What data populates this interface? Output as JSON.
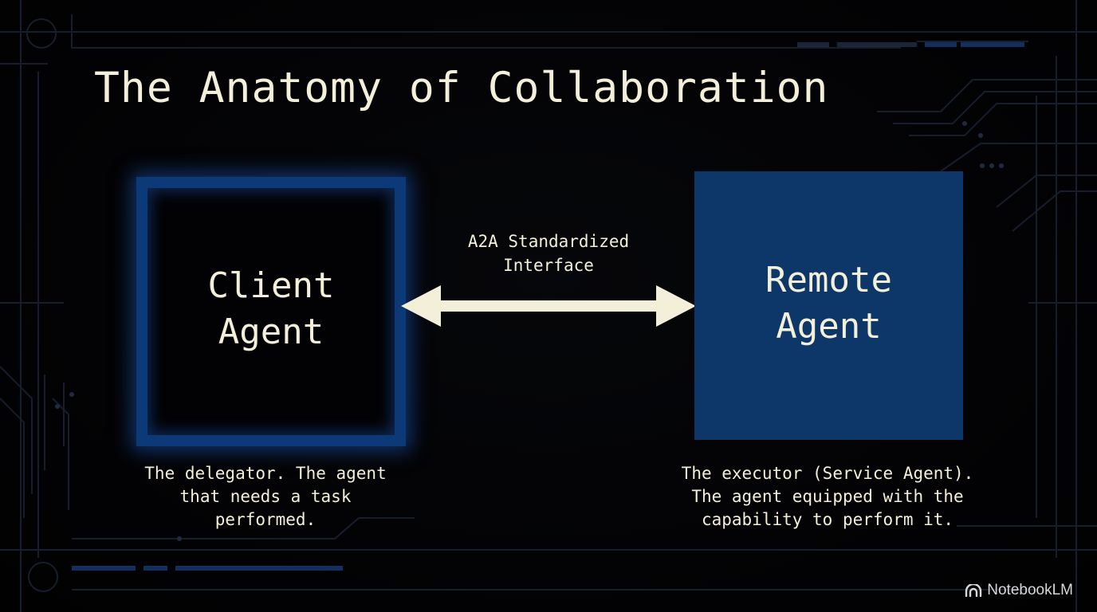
{
  "title": "The Anatomy of Collaboration",
  "client": {
    "label": "Client\nAgent",
    "description": "The delegator. The agent\nthat needs a task\nperformed."
  },
  "connector": {
    "label": "A2A Standardized\nInterface"
  },
  "remote": {
    "label": "Remote\nAgent",
    "description": "The executor (Service Agent).\nThe agent equipped with the\ncapability to perform it."
  },
  "watermark": {
    "text": "NotebookLM",
    "icon": "notebooklm-logo-icon"
  },
  "colors": {
    "background": "#020203",
    "text": "#f3efd8",
    "client_border": "#0c3a78",
    "remote_fill": "#0e3769",
    "arrow": "#f3efd8",
    "circuit": "#1a2438"
  }
}
